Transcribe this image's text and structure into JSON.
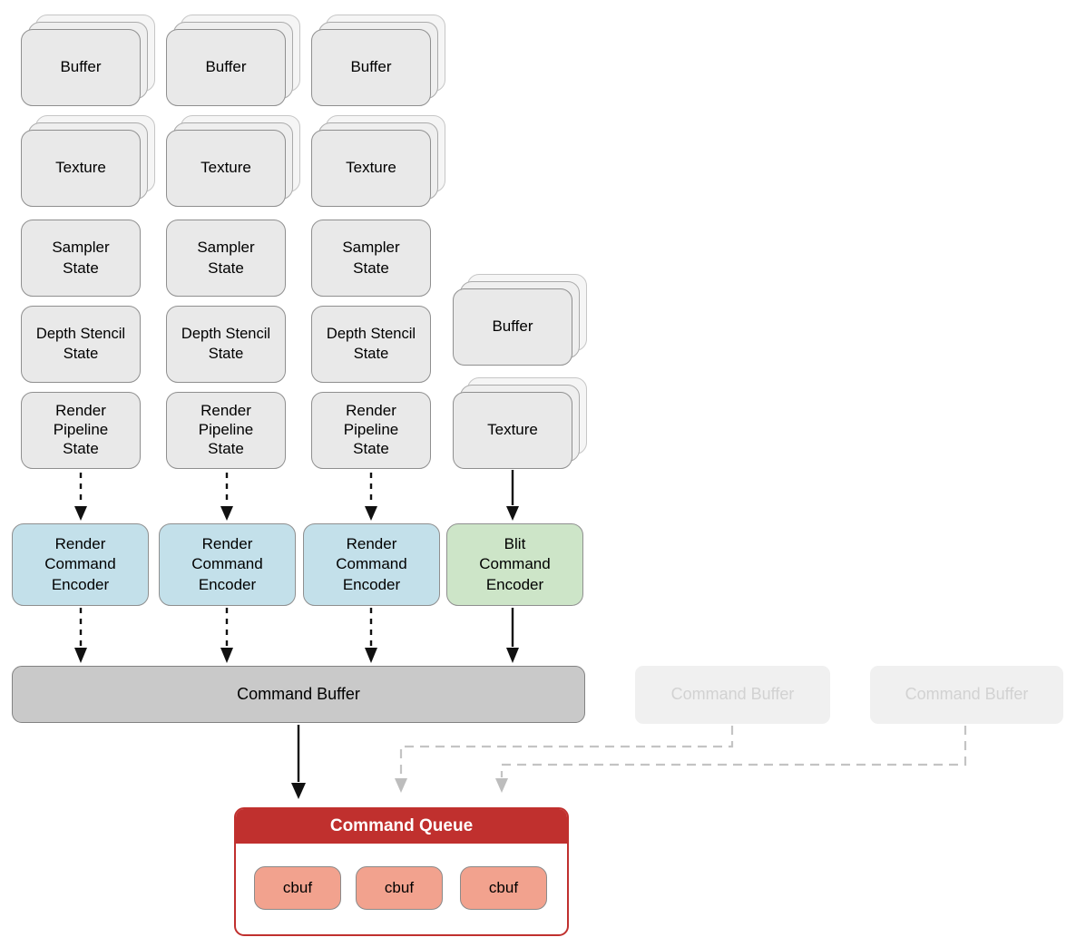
{
  "resource_grid": {
    "columns": [
      {
        "buffer": "Buffer",
        "texture": "Texture",
        "sampler_state": "Sampler\nState",
        "depth_stencil_state": "Depth Stencil\nState",
        "render_pipeline_state": "Render\nPipeline\nState"
      },
      {
        "buffer": "Buffer",
        "texture": "Texture",
        "sampler_state": "Sampler\nState",
        "depth_stencil_state": "Depth Stencil\nState",
        "render_pipeline_state": "Render\nPipeline\nState"
      },
      {
        "buffer": "Buffer",
        "texture": "Texture",
        "sampler_state": "Sampler\nState",
        "depth_stencil_state": "Depth Stencil\nState",
        "render_pipeline_state": "Render\nPipeline\nState"
      }
    ],
    "blit_column": {
      "buffer": "Buffer",
      "texture": "Texture"
    }
  },
  "encoders": {
    "render_1": "Render\nCommand\nEncoder",
    "render_2": "Render\nCommand\nEncoder",
    "render_3": "Render\nCommand\nEncoder",
    "blit": "Blit\nCommand\nEncoder"
  },
  "command_buffer": {
    "label": "Command Buffer"
  },
  "pending_command_buffers": [
    {
      "label": "Command Buffer"
    },
    {
      "label": "Command Buffer"
    }
  ],
  "command_queue": {
    "title": "Command Queue",
    "cbufs": [
      {
        "label": "cbuf"
      },
      {
        "label": "cbuf"
      },
      {
        "label": "cbuf"
      }
    ]
  },
  "colors": {
    "resource_fill": "#e9e9e9",
    "resource_border": "#8f8f8f",
    "render_encoder_fill": "#c3e0ea",
    "blit_encoder_fill": "#cde5c8",
    "command_buffer_fill": "#c9c9c9",
    "faded_command_buffer_fill": "#f0f0f0",
    "queue_red": "#c0302e",
    "cbuf_fill": "#f2a28e",
    "arrow_black": "#111111",
    "arrow_gray": "#c4c4c4"
  }
}
